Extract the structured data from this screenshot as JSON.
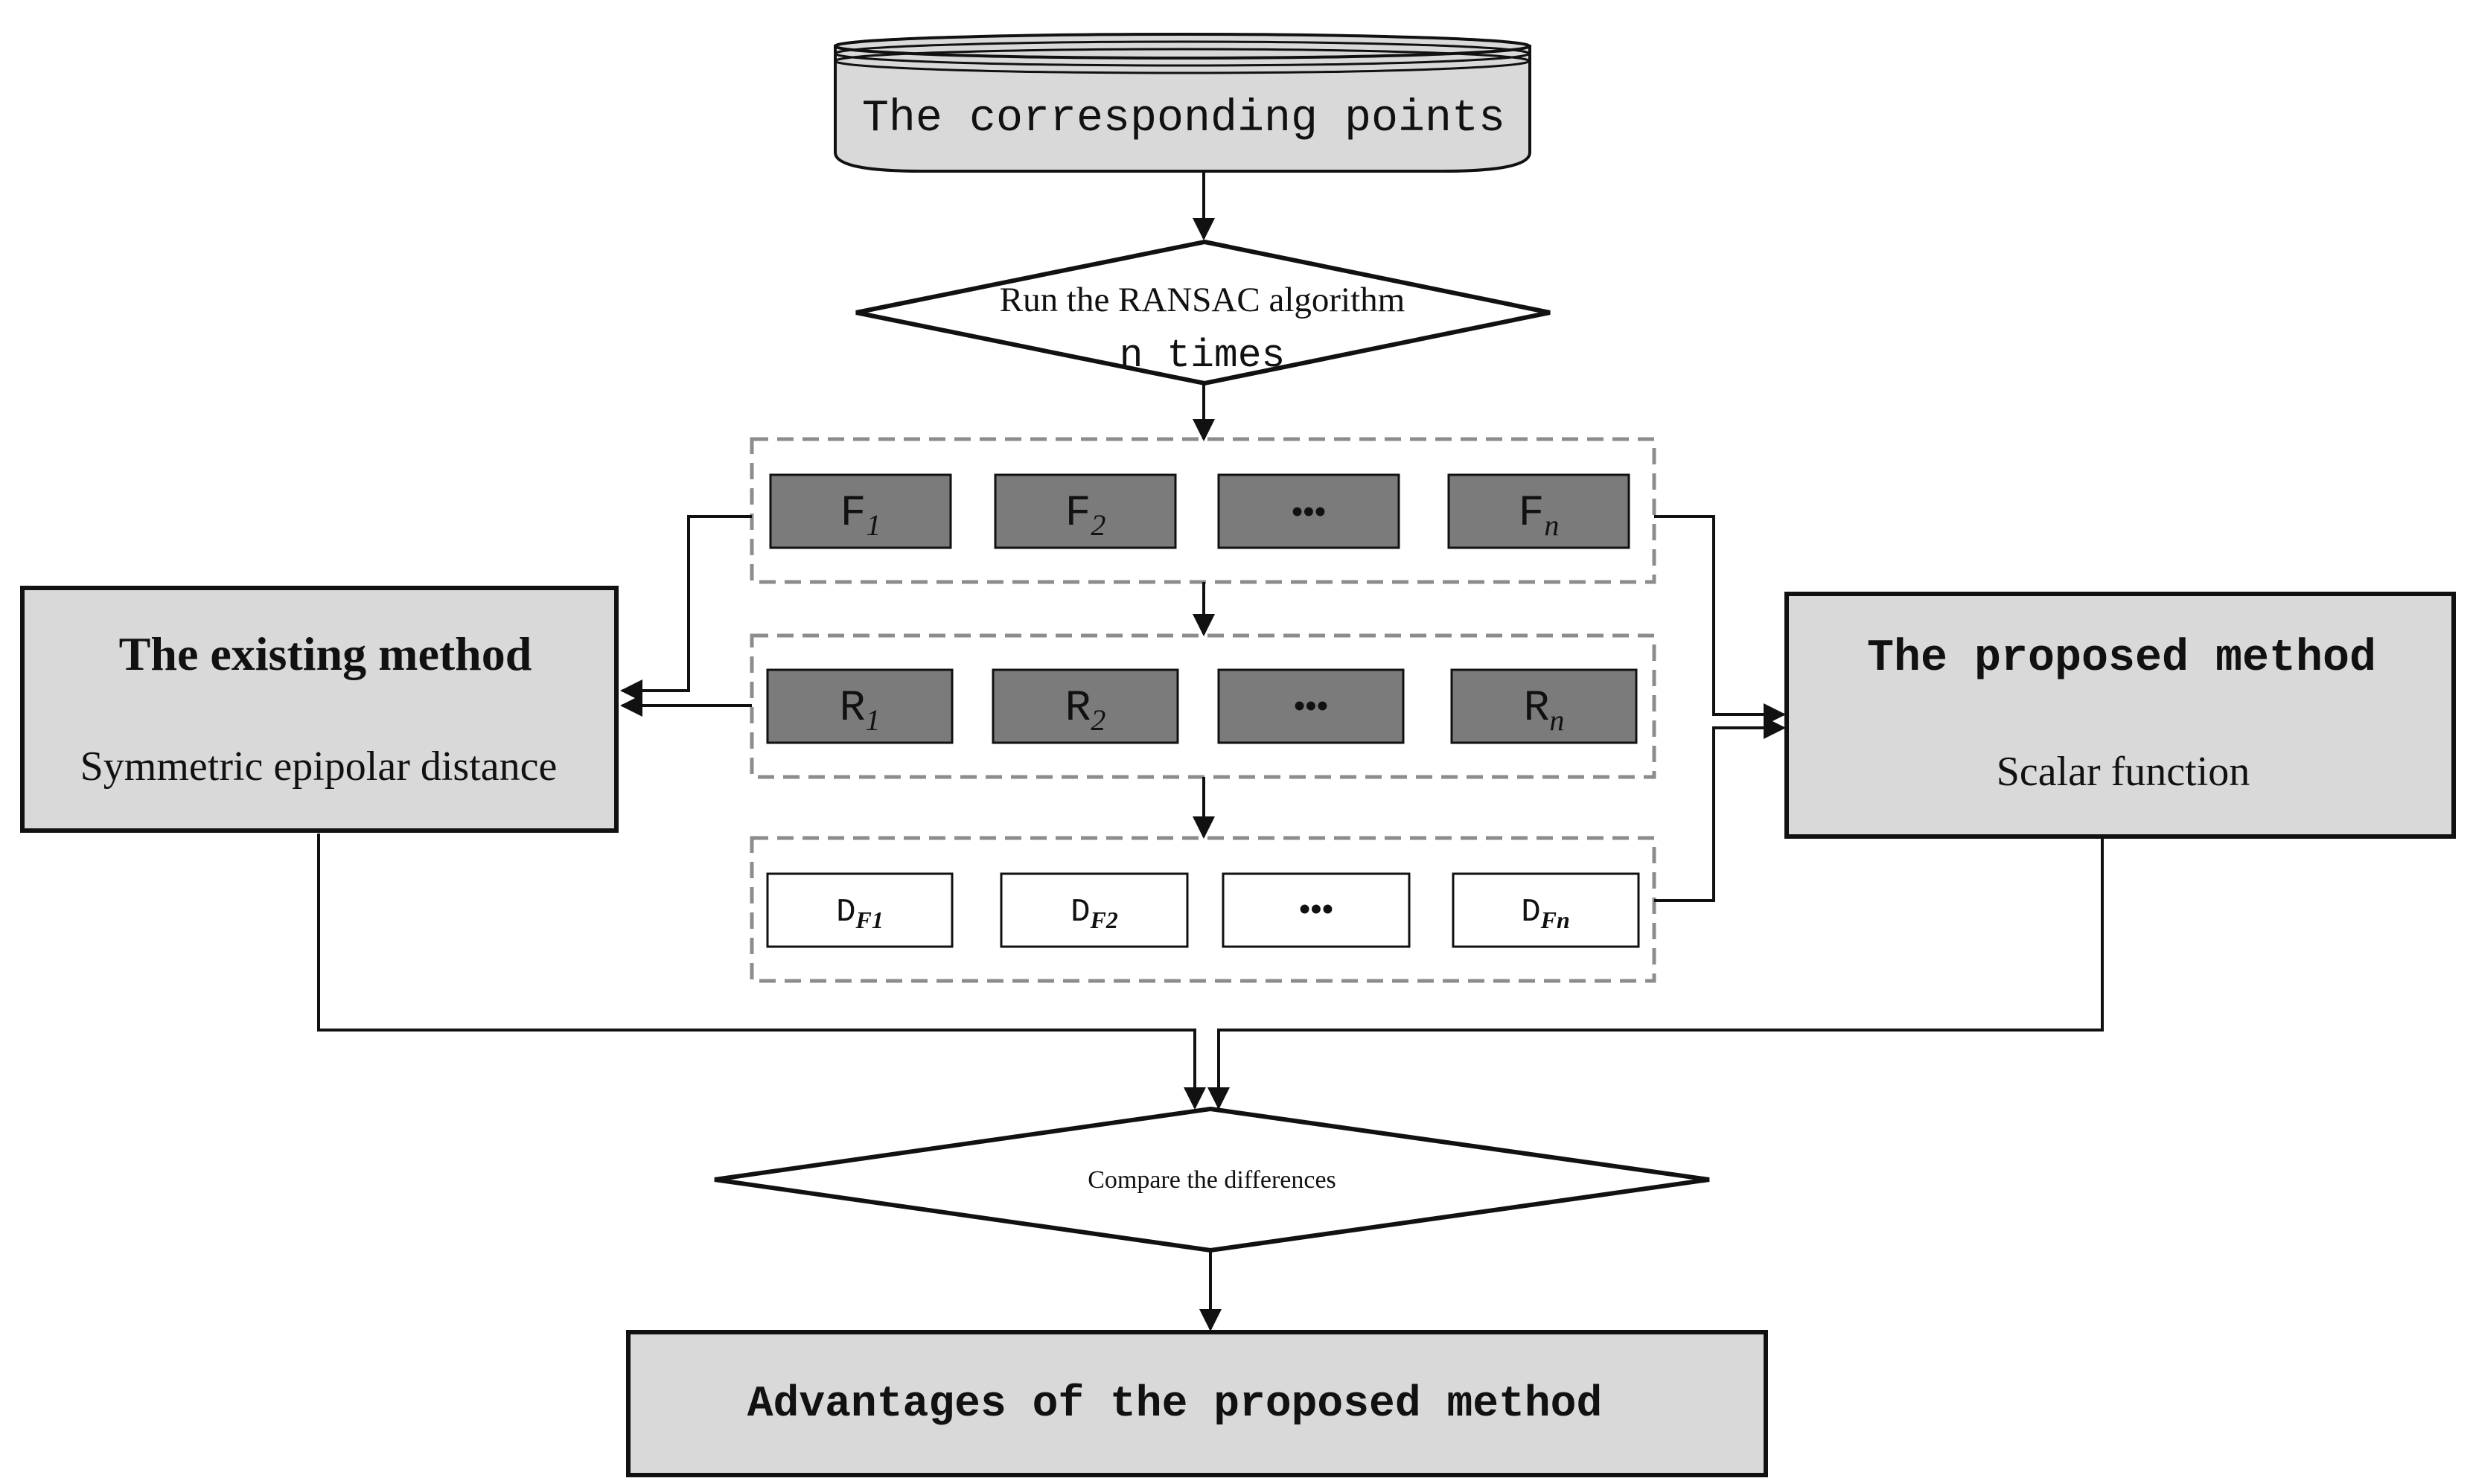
{
  "colors": {
    "line": "#111111",
    "box_light": "#d9d9d9",
    "box_dark": "#7b7b7b",
    "dashed_border": "#8c8c8c",
    "white": "#ffffff"
  },
  "input": {
    "label": "The  corresponding points"
  },
  "ransac": {
    "line1": "Run  the RANSAC algorithm",
    "line2": "n times"
  },
  "f_row": [
    {
      "base": "F",
      "sub": "1"
    },
    {
      "base": "F",
      "sub": "2"
    },
    {
      "base": "•••",
      "sub": ""
    },
    {
      "base": "F",
      "sub": "n"
    }
  ],
  "r_row": [
    {
      "base": "R",
      "sub": "1"
    },
    {
      "base": "R",
      "sub": "2"
    },
    {
      "base": "•••",
      "sub": ""
    },
    {
      "base": "R",
      "sub": "n"
    }
  ],
  "d_row": [
    {
      "base": "D",
      "sub": "F1"
    },
    {
      "base": "D",
      "sub": "F2"
    },
    {
      "base": "•••",
      "sub": ""
    },
    {
      "base": "D",
      "sub": "Fn"
    }
  ],
  "existing": {
    "title": "The existing method",
    "subtitle": "Symmetric epipolar distance"
  },
  "proposed": {
    "title": "The proposed method",
    "subtitle": "Scalar function"
  },
  "compare": {
    "label": "Compare the differences"
  },
  "result": {
    "label": "Advantages of the proposed method"
  }
}
